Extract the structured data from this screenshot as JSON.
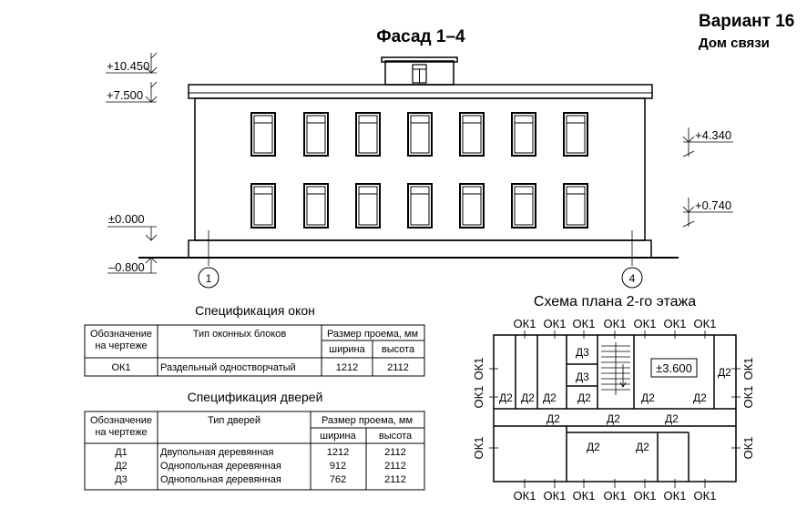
{
  "header": {
    "facade_title": "Фасад  1–4",
    "variant": "Вариант 16",
    "building": "Дом связи"
  },
  "facade": {
    "levels": {
      "roof_top": "+10.450",
      "cornice": "+7.500",
      "zero": "±0.000",
      "ground": "–0.800",
      "second_floor_window": "+4.340",
      "first_floor_window": "+0.740"
    },
    "axes": [
      "1",
      "4"
    ]
  },
  "windows_spec": {
    "title": "Спецификация окон",
    "headers": {
      "designation": "Обозначение на чертеже",
      "type": "Тип оконных блоков",
      "size": "Размер проема, мм",
      "width": "ширина",
      "height": "высота"
    },
    "rows": [
      {
        "designation": "ОК1",
        "type": "Раздельный одностворчатый",
        "width": "1212",
        "height": "2112"
      }
    ]
  },
  "doors_spec": {
    "title": "Спецификация дверей",
    "headers": {
      "designation": "Обозначение на чертеже",
      "type": "Тип дверей",
      "size": "Размер проема, мм",
      "width": "ширина",
      "height": "высота"
    },
    "rows": [
      {
        "designation": "Д1",
        "type": "Двупольная деревянная",
        "width": "1212",
        "height": "2112"
      },
      {
        "designation": "Д2",
        "type": "Однопольная деревянная",
        "width": "912",
        "height": "2112"
      },
      {
        "designation": "Д3",
        "type": "Однопольная деревянная",
        "width": "762",
        "height": "2112"
      }
    ]
  },
  "plan": {
    "title": "Схема плана 2-го этажа",
    "level": "±3.600",
    "window_label": "ОК1",
    "door_d2": "Д2",
    "door_d3": "Д3"
  }
}
